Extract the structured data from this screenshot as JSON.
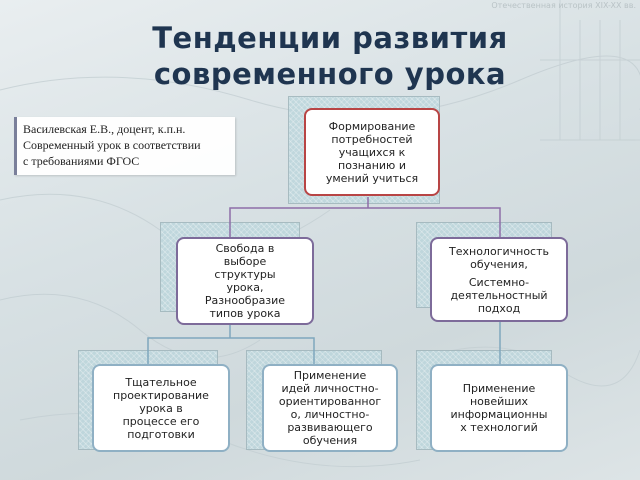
{
  "watermark": "Отечественная история XIX-XX вв.",
  "title": {
    "line1": "Тенденции развития",
    "line2": "современного урока"
  },
  "author": {
    "line1": "Василевская Е.В., доцент, к.п.н.",
    "line2": "Современный урок в соответствии",
    "line3": "с требованиями ФГОС"
  },
  "nodes": {
    "root": {
      "lines": [
        "Формирование",
        "потребностей",
        "учащихся к",
        "познанию и",
        "умений учиться"
      ]
    },
    "left_mid": {
      "lines_a": [
        "Свобода в",
        "выборе",
        "структуры",
        "урока,"
      ],
      "lines_b": [
        "Разнообразие",
        "типов урока"
      ]
    },
    "right_mid": {
      "lines_a": [
        "Технологичность",
        "обучения,"
      ],
      "lines_b": [
        "Системно-",
        "деятельностный",
        "подход"
      ]
    },
    "bottom_1": {
      "lines": [
        "Тщательное",
        "проектирование",
        "урока в",
        "процессе его",
        "подготовки"
      ]
    },
    "bottom_2": {
      "lines": [
        "Применение",
        "идей личностно-",
        "ориентированног",
        "о, личностно-",
        "развивающего",
        "обучения"
      ]
    },
    "bottom_3": {
      "lines": [
        "Применение",
        "новейших",
        "информационны",
        "х технологий"
      ]
    }
  },
  "colors": {
    "title": "#1f3550",
    "border_red": "#b84545",
    "border_purple": "#7d6b9a",
    "border_blue": "#8fb0c4",
    "connector": "#8e6ea8"
  }
}
